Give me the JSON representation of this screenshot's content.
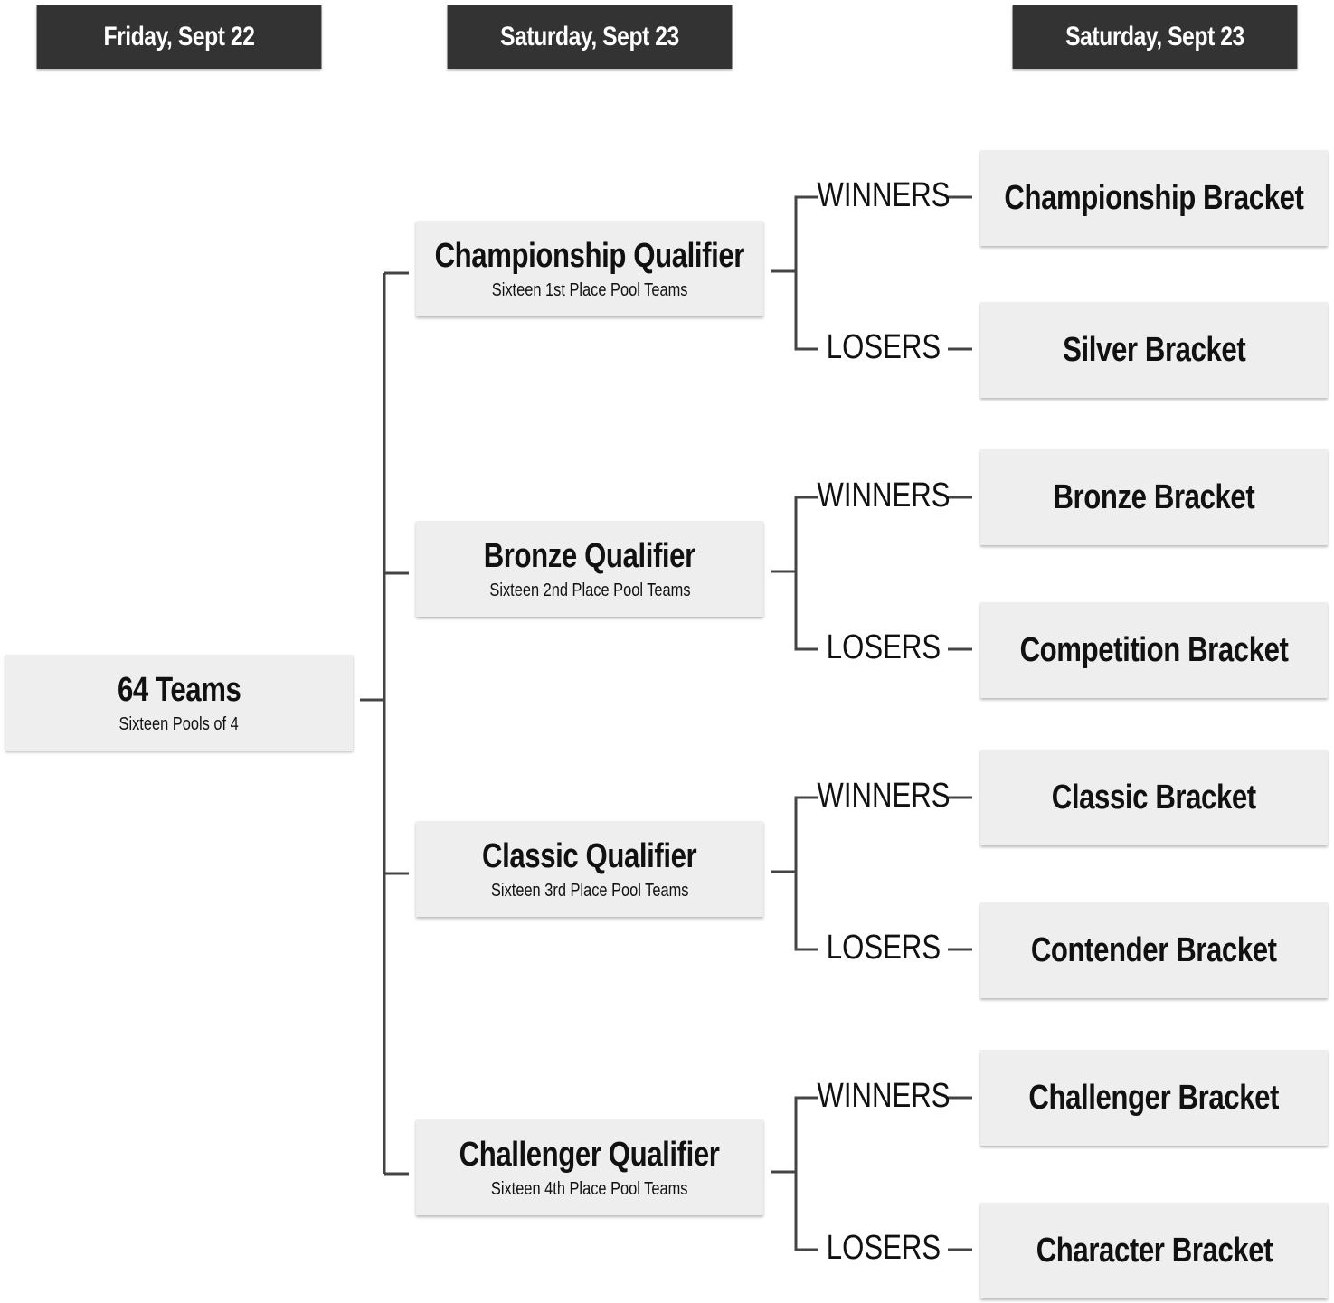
{
  "headers": {
    "col1": "Friday, Sept 22",
    "col2": "Saturday, Sept 23",
    "col3": "Saturday, Sept 23"
  },
  "root": {
    "title": "64 Teams",
    "subtitle": "Sixteen Pools of 4"
  },
  "qualifiers": [
    {
      "title": "Championship Qualifier",
      "subtitle": "Sixteen 1st Place Pool Teams"
    },
    {
      "title": "Bronze Qualifier",
      "subtitle": "Sixteen 2nd Place Pool Teams"
    },
    {
      "title": "Classic Qualifier",
      "subtitle": "Sixteen 3rd Place Pool Teams"
    },
    {
      "title": "Challenger Qualifier",
      "subtitle": "Sixteen 4th Place Pool Teams"
    }
  ],
  "outcome_labels": {
    "winners": "WINNERS",
    "losers": "LOSERS"
  },
  "brackets": [
    "Championship Bracket",
    "Silver Bracket",
    "Bronze Bracket",
    "Competition Bracket",
    "Classic Bracket",
    "Contender Bracket",
    "Challenger Bracket",
    "Character Bracket"
  ],
  "colors": {
    "header_bg": "#333333",
    "box_bg": "#eeeeee",
    "line": "#444444"
  }
}
